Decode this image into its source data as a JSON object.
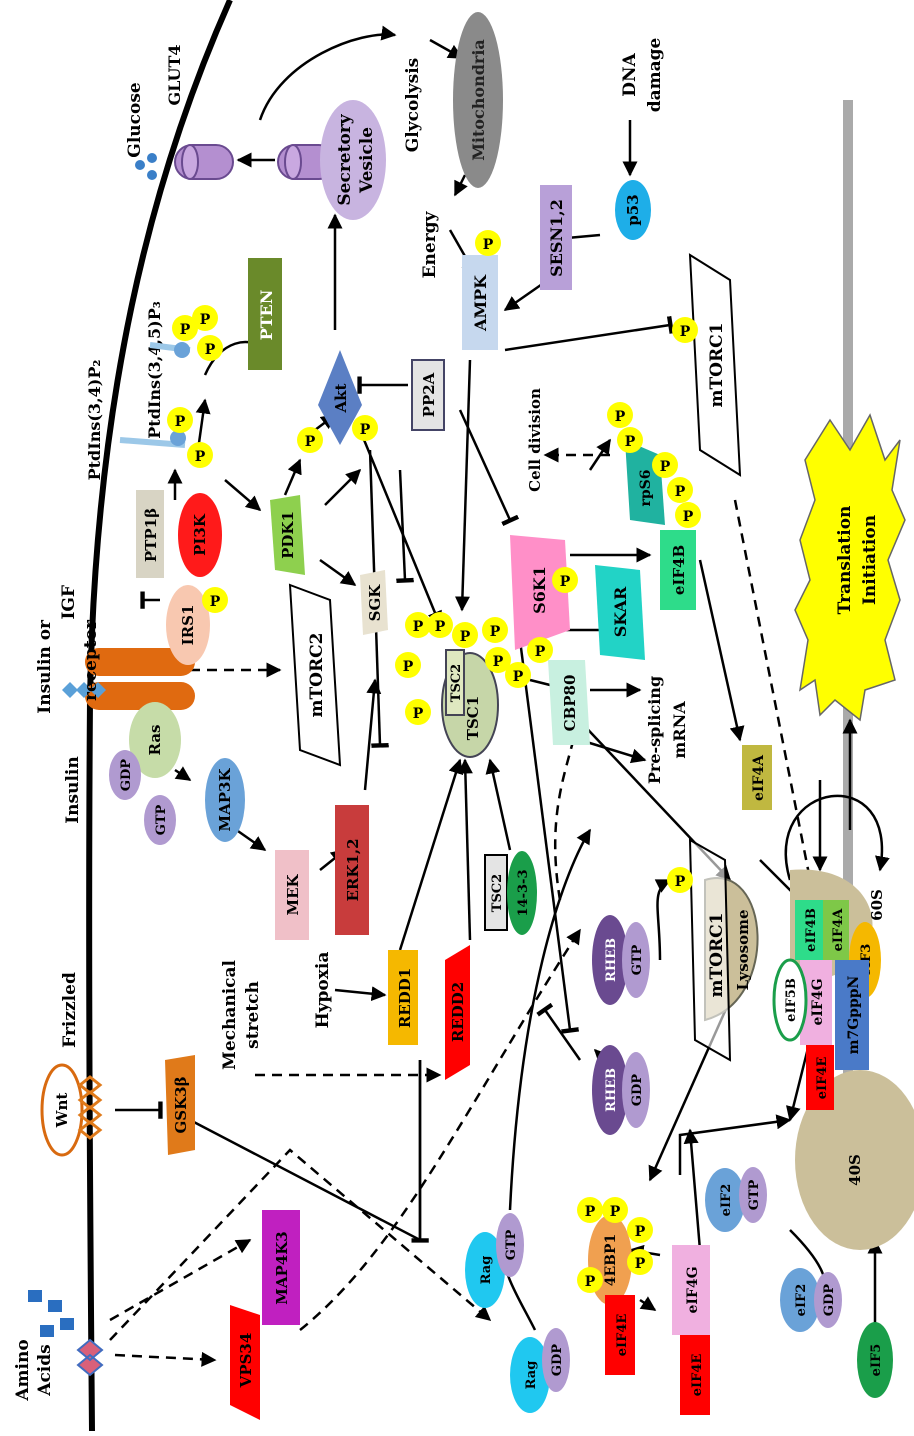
{
  "labels": {
    "insulin_or": "Insulin or",
    "igf": "IGF",
    "receptor": "receptor",
    "insulin": "Insulin",
    "ptdins345": "PtdIns(3,4,5)P₃",
    "ptdins34": "PtdIns(3,4)P₂",
    "glucose": "Glucose",
    "glut4": "GLUT4",
    "glycolysis": "Glycolysis",
    "mitochondria": "Mitochondria",
    "secretory": "Secretory",
    "vesicle": "Vesicle",
    "energy": "Energy",
    "dna": "DNA",
    "damage": "damage",
    "p53": "p53",
    "sesn": "SESN1,2",
    "ampk": "AMPK",
    "pten": "PTEN",
    "akt": "Akt",
    "pp2a": "PP2A",
    "ptp1b": "PTP1β",
    "pi3k": "PI3K",
    "irs1": "IRS1",
    "pdk1": "PDK1",
    "sgk": "SGK",
    "mtorc2": "mTORC2",
    "mtorc1": "mTORC1",
    "cell_division": "Cell division",
    "s6k1": "S6K1",
    "rps6": "rpS6",
    "eif4b": "eIF4B",
    "skar": "SKAR",
    "cbp80": "CBP80",
    "pre_splicing": "Pre-splicing",
    "mrna": "mRNA",
    "translation": "Translation",
    "initiation": "Initiation",
    "tsc1": "TSC1",
    "tsc2": "TSC2",
    "ras": "Ras",
    "gdp": "GDP",
    "gtp": "GTP",
    "map3k": "MAP3K",
    "mek": "MEK",
    "erk": "ERK1,2",
    "hypoxia": "Hypoxia",
    "redd1": "REDD1",
    "redd2": "REDD2",
    "mechanical": "Mechanical",
    "stretch": "stretch",
    "protein1433": "14-3-3",
    "rheb": "RHEB",
    "lysosome": "Lysosome",
    "eif4a": "eIF4A",
    "s60": "60S",
    "s40": "40S",
    "eif3": "eIF3",
    "eif4g": "eIF4G",
    "eif4e": "eIF4E",
    "m7gpppn": "m7GpppN",
    "eif5b": "eIF5B",
    "eif2": "eIF2",
    "eif5": "eIF5",
    "ebp1": "4EBP1",
    "rag": "Rag",
    "wnt": "Wnt",
    "frizzled": "Frizzled",
    "gsk3b": "GSK3β",
    "map4k3": "MAP4K3",
    "vps34": "VPS34",
    "amino": "Amino",
    "acids": "Acids",
    "p": "P"
  },
  "colors": {
    "phospho": "#ffff00",
    "pi3k": "#ff1a1a",
    "akt": "#5b7fc4",
    "s6k1": "#ff8fc8",
    "skar": "#22d3c6",
    "eif4b": "#2edc8a",
    "rps6": "#20b2a0",
    "redd": "#ff0000",
    "redd1": "#f5b800",
    "erk": "#c83c3c",
    "mek": "#f0c0c8",
    "gsk3b": "#e07a1a",
    "map4k3": "#c020c0",
    "translation": "#ffff00",
    "ribosome": "#cbbf9a"
  }
}
